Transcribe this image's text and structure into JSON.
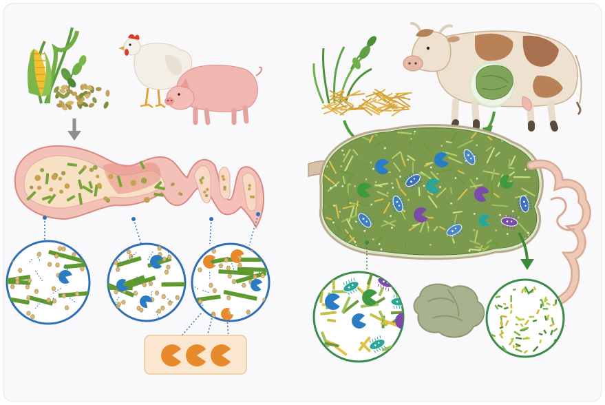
{
  "figure": {
    "left_panel": {
      "feed": [
        "corn",
        "grain-sprouts",
        "seeds"
      ],
      "animals": [
        "chicken",
        "pig"
      ],
      "zoom_circles": 3,
      "enzyme_box_count": 3
    },
    "right_panel": {
      "feed": [
        "grass",
        "hay"
      ],
      "animal": "cow",
      "zoom_circles": 2
    },
    "colors": {
      "card_bg": "#f9f9fb",
      "intestine": "#f1b8ae",
      "rumen": "#7b9a4e",
      "fiber": "#6c9a3a",
      "enzyme_blue": "#2a7dc2",
      "enzyme_orange": "#e8892c",
      "enzyme_purple": "#7c4aa8",
      "enzyme_teal": "#2aa597",
      "enzyme_green": "#3f9a3f",
      "circle_border_blue": "#2e6fb5",
      "circle_border_green": "#3a8a4a"
    }
  }
}
